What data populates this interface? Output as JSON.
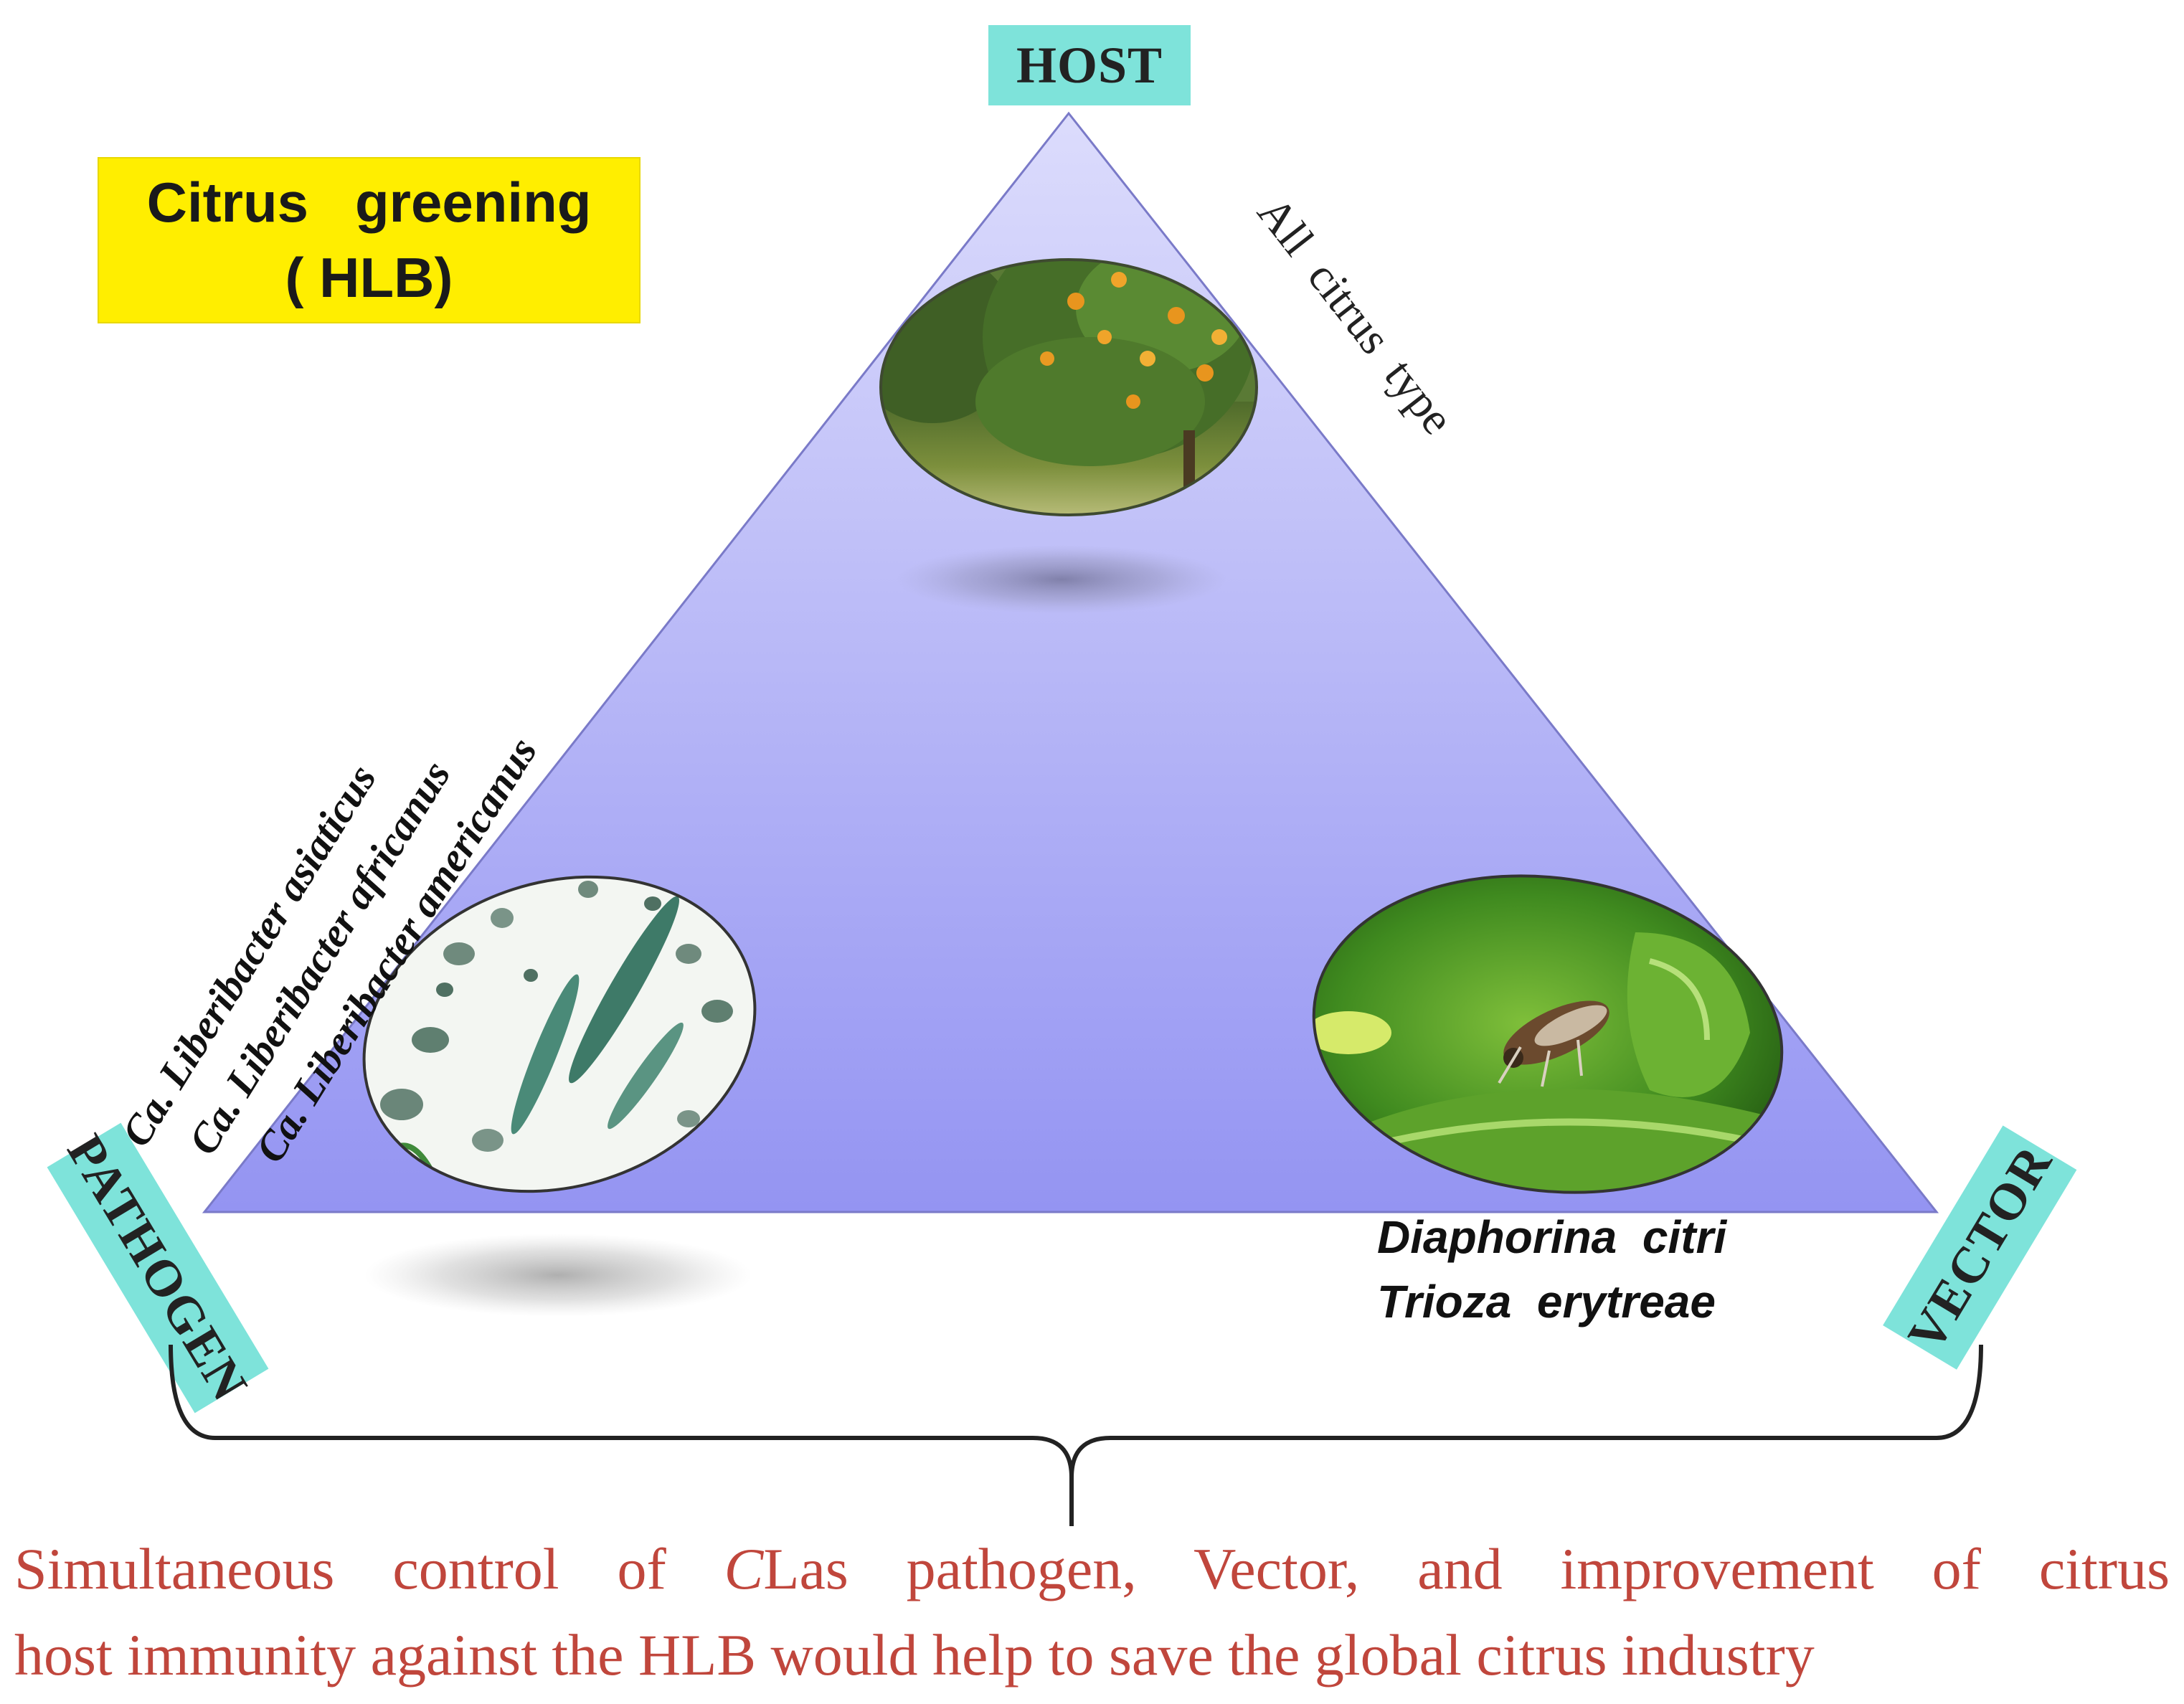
{
  "title": {
    "line1": "Citrus   greening",
    "line2": "( HLB)"
  },
  "labels": {
    "host": "HOST",
    "pathogen": "PATHOGEN",
    "vector": "VECTOR"
  },
  "host_description": "All  citrus  type",
  "pathogen_species": [
    "Ca. Liberibacter asiaticus",
    "Ca. Liberibacter africanus",
    "Ca. Liberibacter americanus"
  ],
  "vector_species": [
    "Diaphorina  citri",
    "Trioza  erytreae"
  ],
  "conclusion": {
    "line1_before": "Simultaneous control of ",
    "line1_italic": "C",
    "line1_after": "Las pathogen, Vector, and improvement of citrus",
    "line2": "host immunity against the HLB would help to save the global citrus industry"
  },
  "images": {
    "host": "citrus-tree-photo",
    "pathogen": "bacteria-micrograph",
    "vector": "psyllid-insect-photo"
  },
  "colors": {
    "triangle_top": "#d9d9fb",
    "triangle_bottom": "#9696f2",
    "label_box": "#7ee3da",
    "title_box": "#ffee00",
    "conclusion_text": "#c0463c"
  }
}
